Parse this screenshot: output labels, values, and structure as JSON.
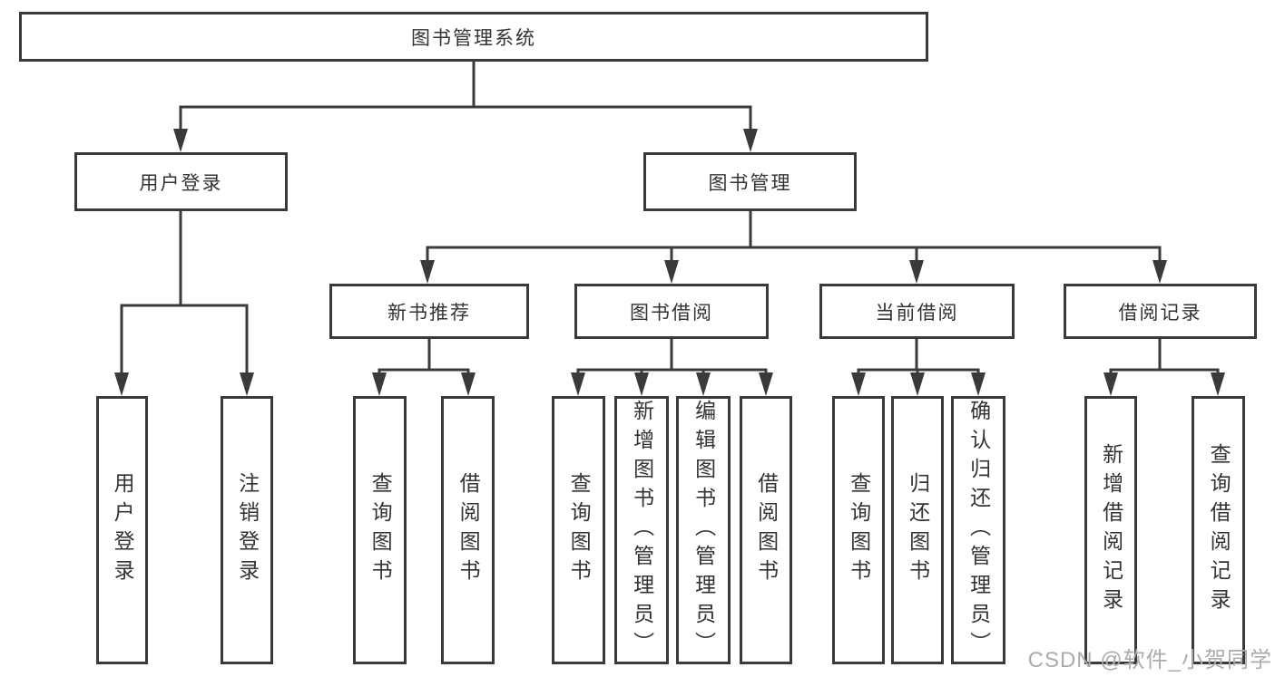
{
  "diagram": {
    "root": {
      "label": "图书管理系统"
    },
    "children": [
      {
        "label": "用户登录",
        "children": [
          {
            "label": "用户登录"
          },
          {
            "label": "注销登录"
          }
        ]
      },
      {
        "label": "图书管理",
        "children": [
          {
            "label": "新书推荐",
            "children": [
              {
                "label": "查询图书"
              },
              {
                "label": "借阅图书"
              }
            ]
          },
          {
            "label": "图书借阅",
            "children": [
              {
                "label": "查询图书"
              },
              {
                "label": "新增图书（管理员）"
              },
              {
                "label": "编辑图书（管理员）"
              },
              {
                "label": "借阅图书"
              }
            ]
          },
          {
            "label": "当前借阅",
            "children": [
              {
                "label": "查询图书"
              },
              {
                "label": "归还图书"
              },
              {
                "label": "确认归还（管理员）"
              }
            ]
          },
          {
            "label": "借阅记录",
            "children": [
              {
                "label": "新增借阅记录"
              },
              {
                "label": "查询借阅记录"
              }
            ]
          }
        ]
      }
    ]
  },
  "watermark": {
    "text": "CSDN @软件_小贺同学"
  },
  "colors": {
    "line": "#3a3a3a",
    "text": "#333333",
    "background": "#ffffff",
    "watermark": "#a9abad"
  }
}
